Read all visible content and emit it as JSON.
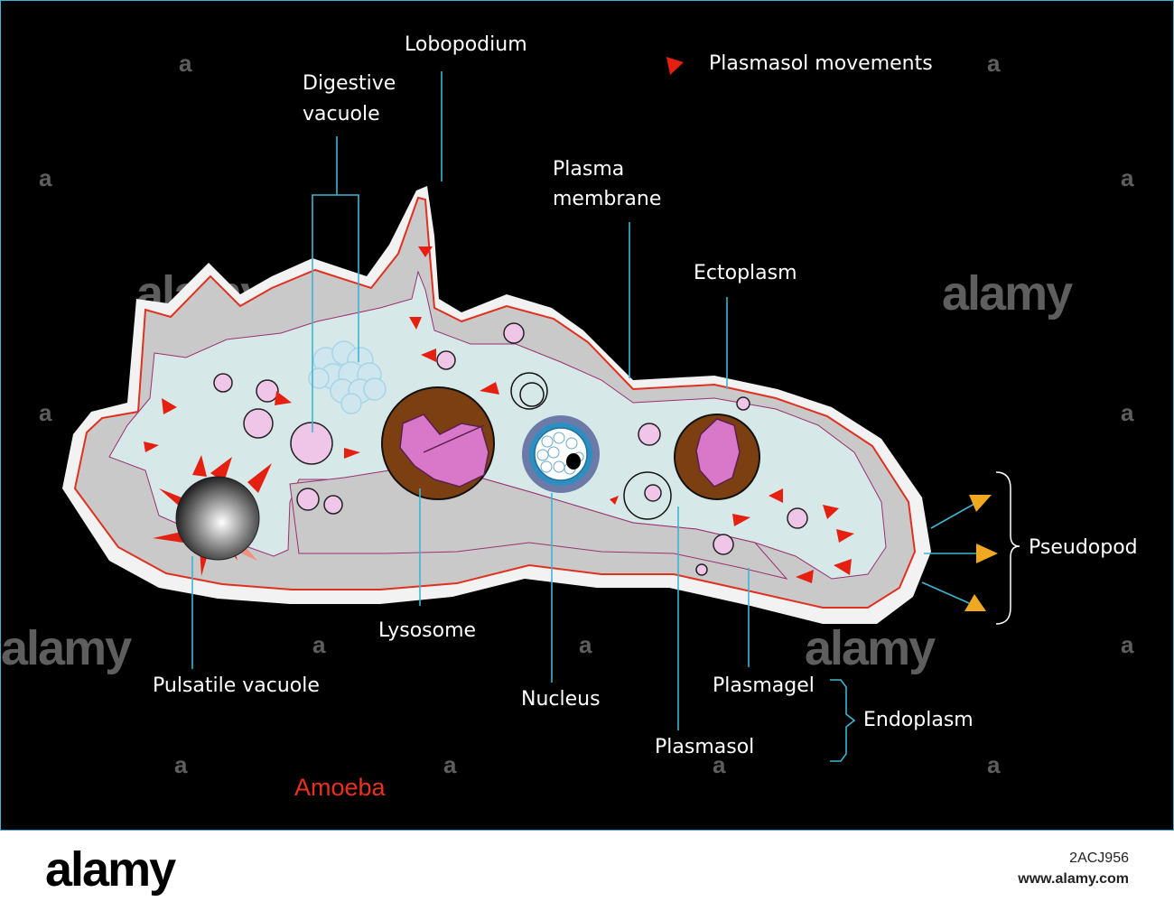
{
  "title": "Amoeba",
  "legend": {
    "label": "Plasmasol movements"
  },
  "labels": {
    "lobopodium": "Lobopodium",
    "digestive_vacuole": [
      "Digestive",
      "vacuole"
    ],
    "plasma_membrane": [
      "Plasma",
      "membrane"
    ],
    "ectoplasm": "Ectoplasm",
    "pseudopod": "Pseudopod",
    "pulsatile_vacuole": "Pulsatile vacuole",
    "lysosome": "Lysosome",
    "nucleus": "Nucleus",
    "plasmagel": "Plasmagel",
    "plasmasol": "Plasmasol",
    "endoplasm": "Endoplasm"
  },
  "watermark": {
    "text": "alamy",
    "mark": "a"
  },
  "footer": {
    "logo": "alamy",
    "image_id": "2ACJ956",
    "url": "www.alamy.com"
  },
  "colors": {
    "background": "#000000",
    "cytoplasm": "#c9c9c9",
    "endoplasm": "#d7e8e8",
    "membrane": "#e03020",
    "leader": "#3fb5d0",
    "arrow": "#e52010",
    "lysosome": "#7b3f12",
    "food": "#d978c9",
    "pseudopod_arrow": "#f0a820",
    "title": "#e8321e"
  }
}
